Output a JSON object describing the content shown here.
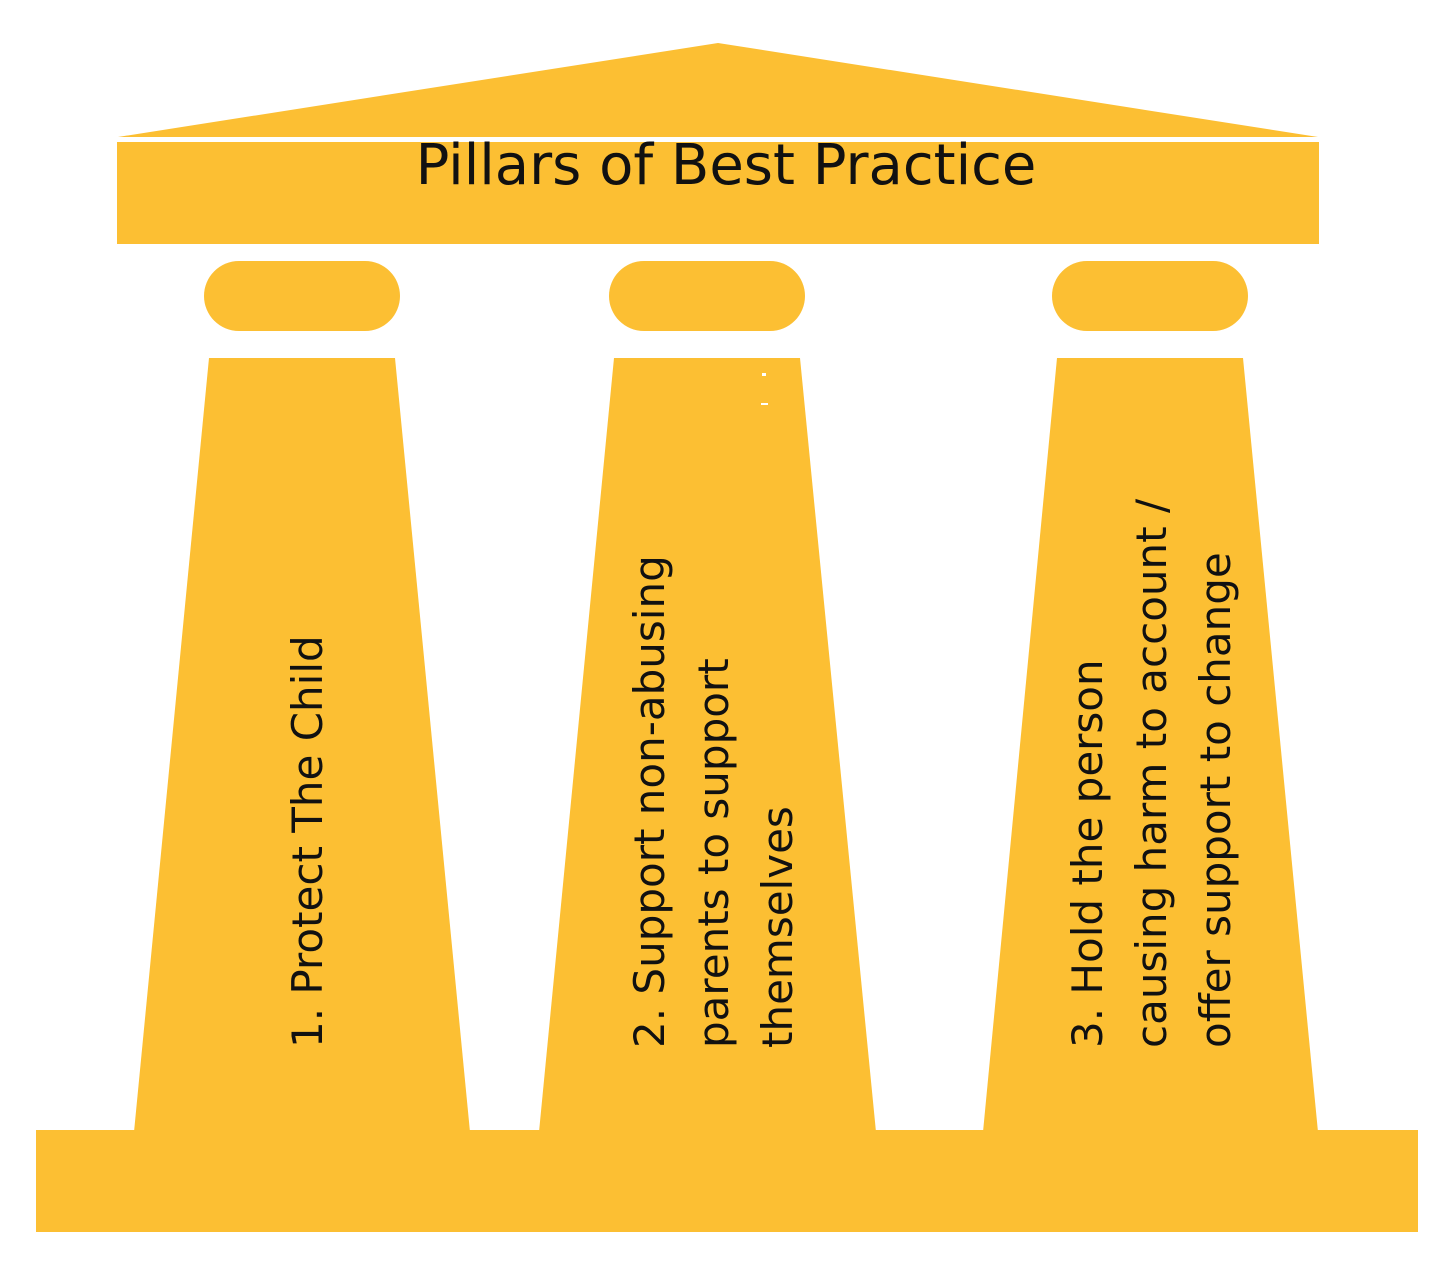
{
  "colors": {
    "pillar": "#FCBF33",
    "text": "#111111",
    "background": "#FFFFFF"
  },
  "roof": {
    "title": "Pillars of Best Practice"
  },
  "pillars": [
    {
      "lines": [
        "1. Protect The Child"
      ]
    },
    {
      "lines": [
        "2. Support non-abusing",
        "parents to support",
        "themselves"
      ]
    },
    {
      "lines": [
        "3.  Hold the person",
        "causing harm to account /",
        "offer support to change"
      ]
    }
  ]
}
